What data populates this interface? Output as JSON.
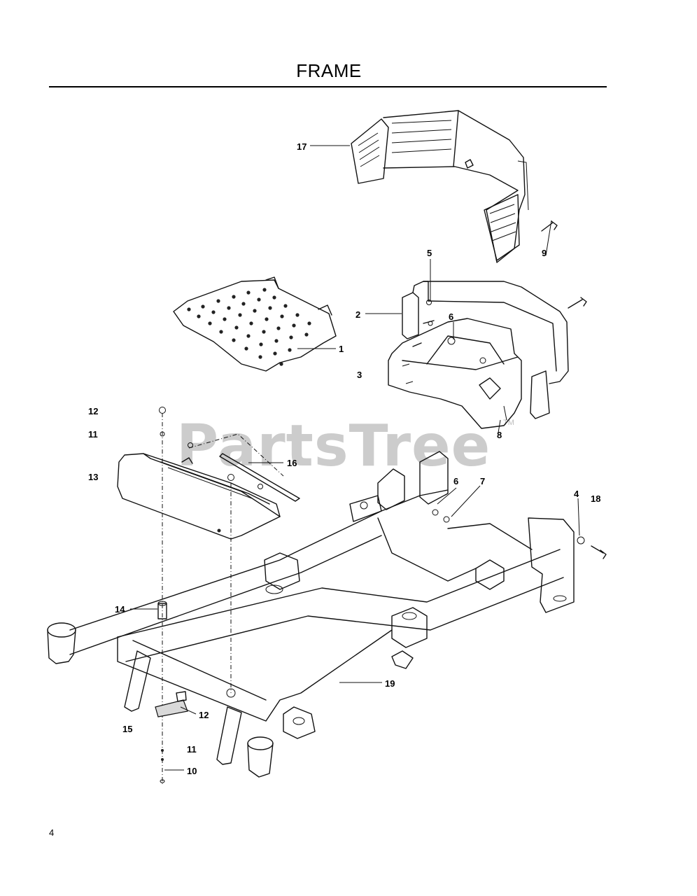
{
  "header": {
    "title": "FRAME"
  },
  "footer": {
    "page_number": "4"
  },
  "watermark": {
    "text": "PartsTree",
    "mark": "TM"
  },
  "callouts": {
    "c1": "1",
    "c2": "2",
    "c3": "3",
    "c4": "4",
    "c5": "5",
    "c6a": "6",
    "c6b": "6",
    "c7": "7",
    "c8": "8",
    "c9": "9",
    "c10": "10",
    "c11a": "11",
    "c11b": "11",
    "c12a": "12",
    "c12b": "12",
    "c13": "13",
    "c14": "14",
    "c15": "15",
    "c16": "16",
    "c17": "17",
    "c18": "18",
    "c19": "19"
  }
}
